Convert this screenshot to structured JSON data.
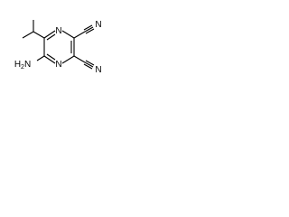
{
  "structure": {
    "atoms": {
      "ring_n_top": "N",
      "ring_n_bottom": "N",
      "nitrile_n_top": "N",
      "nitrile_n_bottom": "N",
      "amine": "H2N"
    }
  }
}
